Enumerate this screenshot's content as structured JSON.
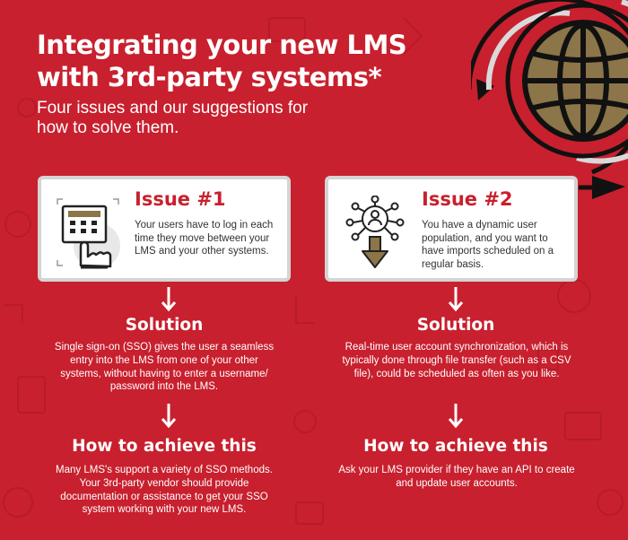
{
  "header": {
    "title": "Integrating your new LMS with 3rd-party systems*",
    "subtitle": "Four issues and our suggestions for how to solve them."
  },
  "colors": {
    "background": "#c8202e",
    "card": "#ffffff",
    "accent_red": "#c8202e",
    "globe_gold": "#8b7549"
  },
  "issues": [
    {
      "title": "Issue #1",
      "text": "Your users have to log in each time they move between your LMS and your other systems.",
      "icon": "keypad-touch-icon",
      "solution_heading": "Solution",
      "solution_text": "Single sign-on (SSO) gives the user a seamless entry into the LMS from one of your other systems, without having to enter a username/ password into the LMS.",
      "achieve_heading": "How to achieve this",
      "achieve_text": "Many LMS's support a variety of SSO methods. Your 3rd-party vendor should provide documentation or assistance to get your SSO system working with your new LMS."
    },
    {
      "title": "Issue #2",
      "text": "You have a dynamic user population, and you want to have imports scheduled on a regular basis.",
      "icon": "user-network-import-icon",
      "solution_heading": "Solution",
      "solution_text": "Real-time user account synchronization, which is typically done through file transfer (such as a CSV file), could be scheduled as often as you like.",
      "achieve_heading": "How to achieve this",
      "achieve_text": "Ask your LMS provider if they have an API to create and update user accounts."
    }
  ]
}
